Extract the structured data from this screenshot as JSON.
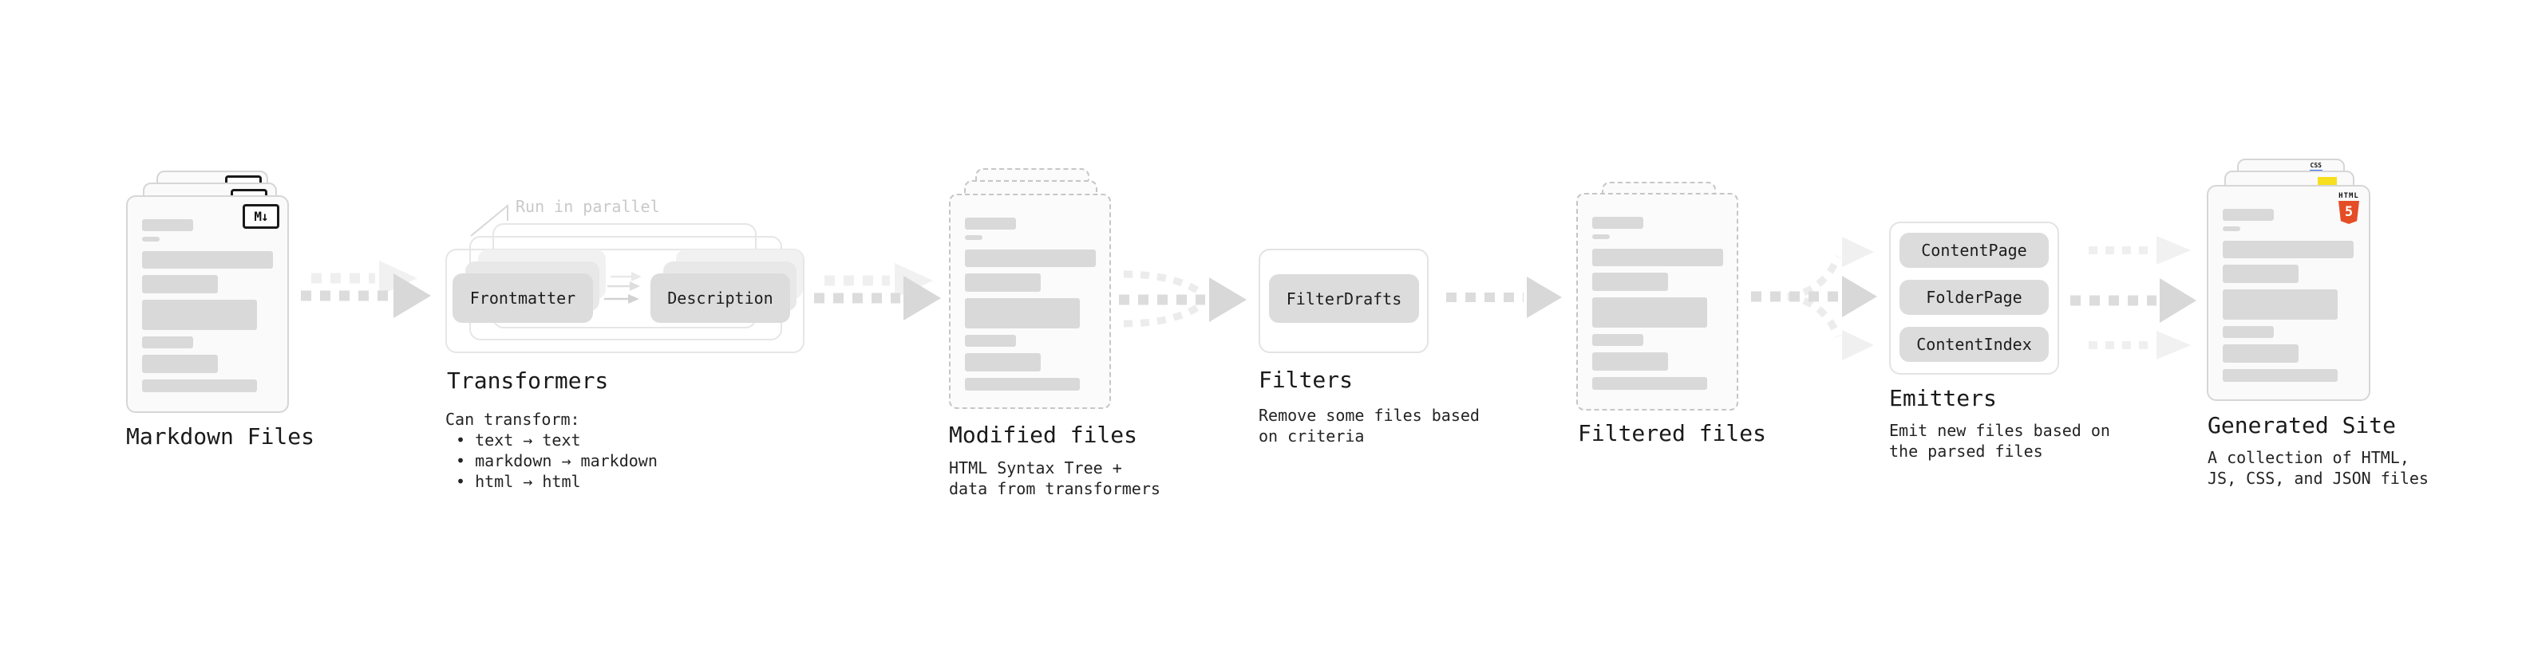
{
  "stages": {
    "markdown": {
      "label": "Markdown Files"
    },
    "transformers": {
      "label": "Transformers",
      "note": "Run in parallel",
      "box_left": "Frontmatter",
      "box_right": "Description",
      "desc_title": "Can transform:",
      "bullets": [
        "text → text",
        "markdown → markdown",
        "html → html"
      ]
    },
    "modified": {
      "label": "Modified files",
      "desc_line1": "HTML Syntax Tree +",
      "desc_line2": "data from transformers"
    },
    "filters": {
      "label": "Filters",
      "box": "FilterDrafts",
      "desc_line1": "Remove some files based",
      "desc_line2": "on criteria"
    },
    "filtered": {
      "label": "Filtered files"
    },
    "emitters": {
      "label": "Emitters",
      "boxes": [
        "ContentPage",
        "FolderPage",
        "ContentIndex"
      ],
      "desc_line1": "Emit new files based on",
      "desc_line2": "the parsed files"
    },
    "generated": {
      "label": "Generated Site",
      "desc_line1": "A collection of HTML,",
      "desc_line2": "JS, CSS, and JSON files"
    }
  },
  "icons": {
    "markdown_badge": "M↓",
    "html5_badge_title": "HTML",
    "html5_badge_number": "5",
    "css_badge": "CSS"
  },
  "colors": {
    "html5_orange": "#e44d26",
    "js_yellow": "#f7df1e",
    "css_blue": "#2965f1",
    "note_gray": "#c9c9c9",
    "arrow_gray": "#dcdcdc",
    "placeholder_bar": "#d9d9d9"
  }
}
